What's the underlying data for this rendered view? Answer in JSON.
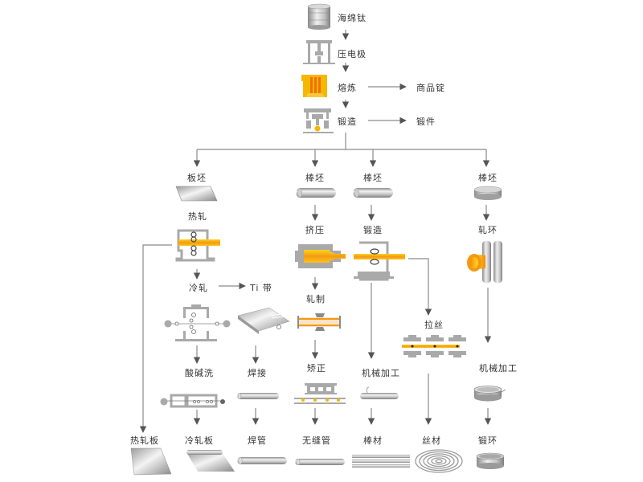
{
  "colors": {
    "line": "#8a8a8a",
    "steel_light": "#e6e6e6",
    "steel_mid": "#b8b8b8",
    "steel_dark": "#8c8c8c",
    "machine": "#a9a9a9",
    "hot_orange": "#f39a12",
    "hot_yellow": "#ffd21e",
    "label": "#333333"
  },
  "top_chain": {
    "sponge_titanium": "海绵钛",
    "press_electrode": "压电极",
    "smelting": "熔炼",
    "commercial_ingot": "商品锭",
    "forging": "锻造",
    "forgings": "锻件"
  },
  "branches": {
    "slab": {
      "billet": "板坯",
      "hot_rolling": "热轧",
      "cold_rolling": "冷轧",
      "ti_strip": "Ti 带",
      "pickling": "酸碱洗",
      "welding": "焊接",
      "hot_rolled_plate": "热轧板",
      "cold_rolled_plate": "冷轧板",
      "welded_pipe": "焊管"
    },
    "bar_extrusion": {
      "billet": "棒坯",
      "extrusion": "挤压",
      "rolling": "轧制",
      "straightening": "矫正",
      "seamless_pipe": "无缝管"
    },
    "bar_forging": {
      "billet": "棒坯",
      "forging": "锻造",
      "machining": "机械加工",
      "bar_stock": "棒材",
      "wire_drawing": "拉丝",
      "wire": "丝材"
    },
    "ring": {
      "billet": "棒坯",
      "ring_rolling": "轧环",
      "machining": "机械加工",
      "forged_ring": "锻环"
    }
  }
}
